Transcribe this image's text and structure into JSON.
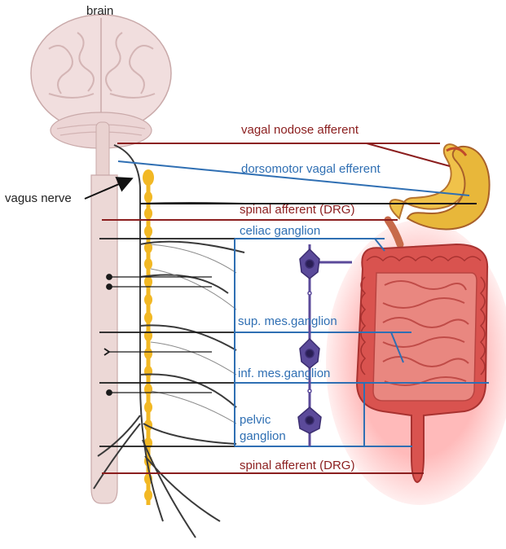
{
  "labels": {
    "brain": "brain",
    "vagus_nerve": "vagus nerve",
    "vagal_nodose_afferent": "vagal nodose afferent",
    "dorsomotor_vagal_efferent": "dorsomotor vagal efferent",
    "spinal_afferent_top": "spinal afferent (DRG)",
    "celiac_ganglion": "celiac ganglion",
    "sup_mes_ganglion": "sup. mes.ganglion",
    "inf_mes_ganglion": "inf. mes.ganglion",
    "pelvic_ganglion_line1": "pelvic",
    "pelvic_ganglion_line2": "ganglion",
    "spinal_afferent_bottom": "spinal afferent (DRG)"
  },
  "colors": {
    "afferent": "#8b1e1e",
    "efferent": "#2f6fb3",
    "neuron": "#5b4a9a",
    "sympathetic_chain": "#f2b824",
    "spinal_cord": "#ecd8d6",
    "intestine": "#d9534f",
    "stomach": "#e8b73a"
  }
}
